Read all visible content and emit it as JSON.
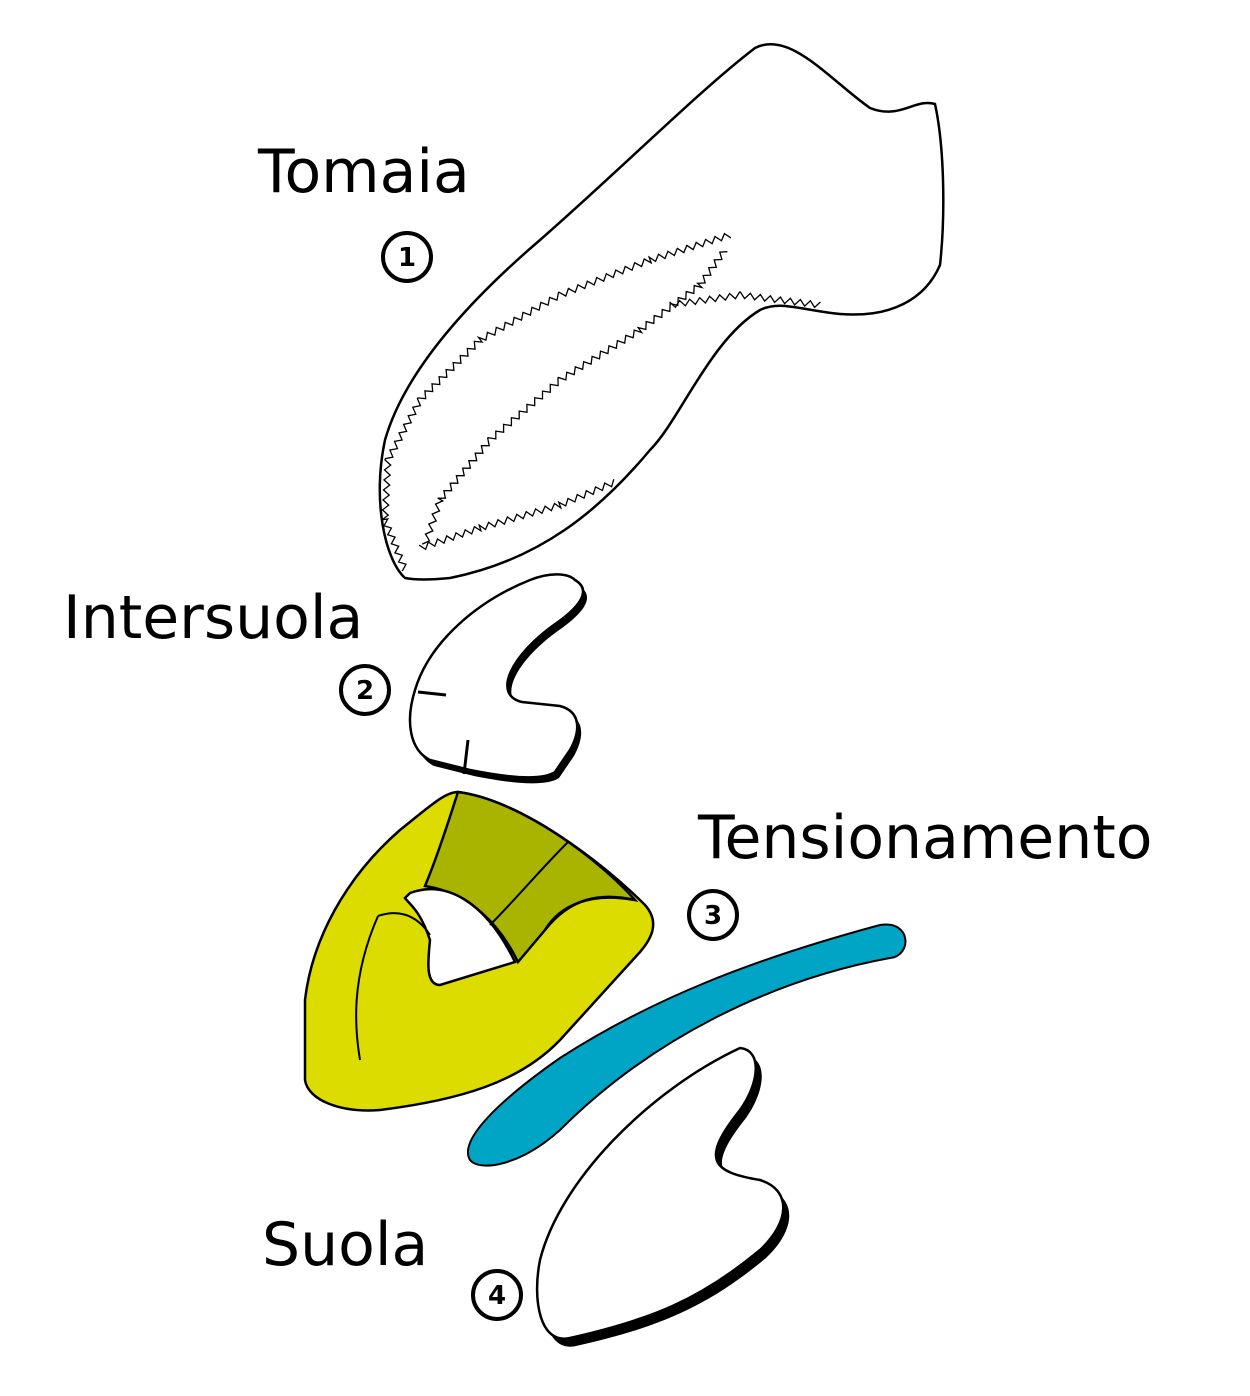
{
  "title": "Shoe components exploded diagram",
  "parts": [
    {
      "number": "1",
      "label": "Tomaia"
    },
    {
      "number": "2",
      "label": "Intersuola"
    },
    {
      "number": "3",
      "label": "Tensionamento"
    },
    {
      "number": "4",
      "label": "Suola"
    }
  ],
  "colors": {
    "heel_counter": "#dcdc00",
    "heel_band": "#a9b400",
    "tension_strip": "#00a5c6",
    "outline": "#000000"
  }
}
